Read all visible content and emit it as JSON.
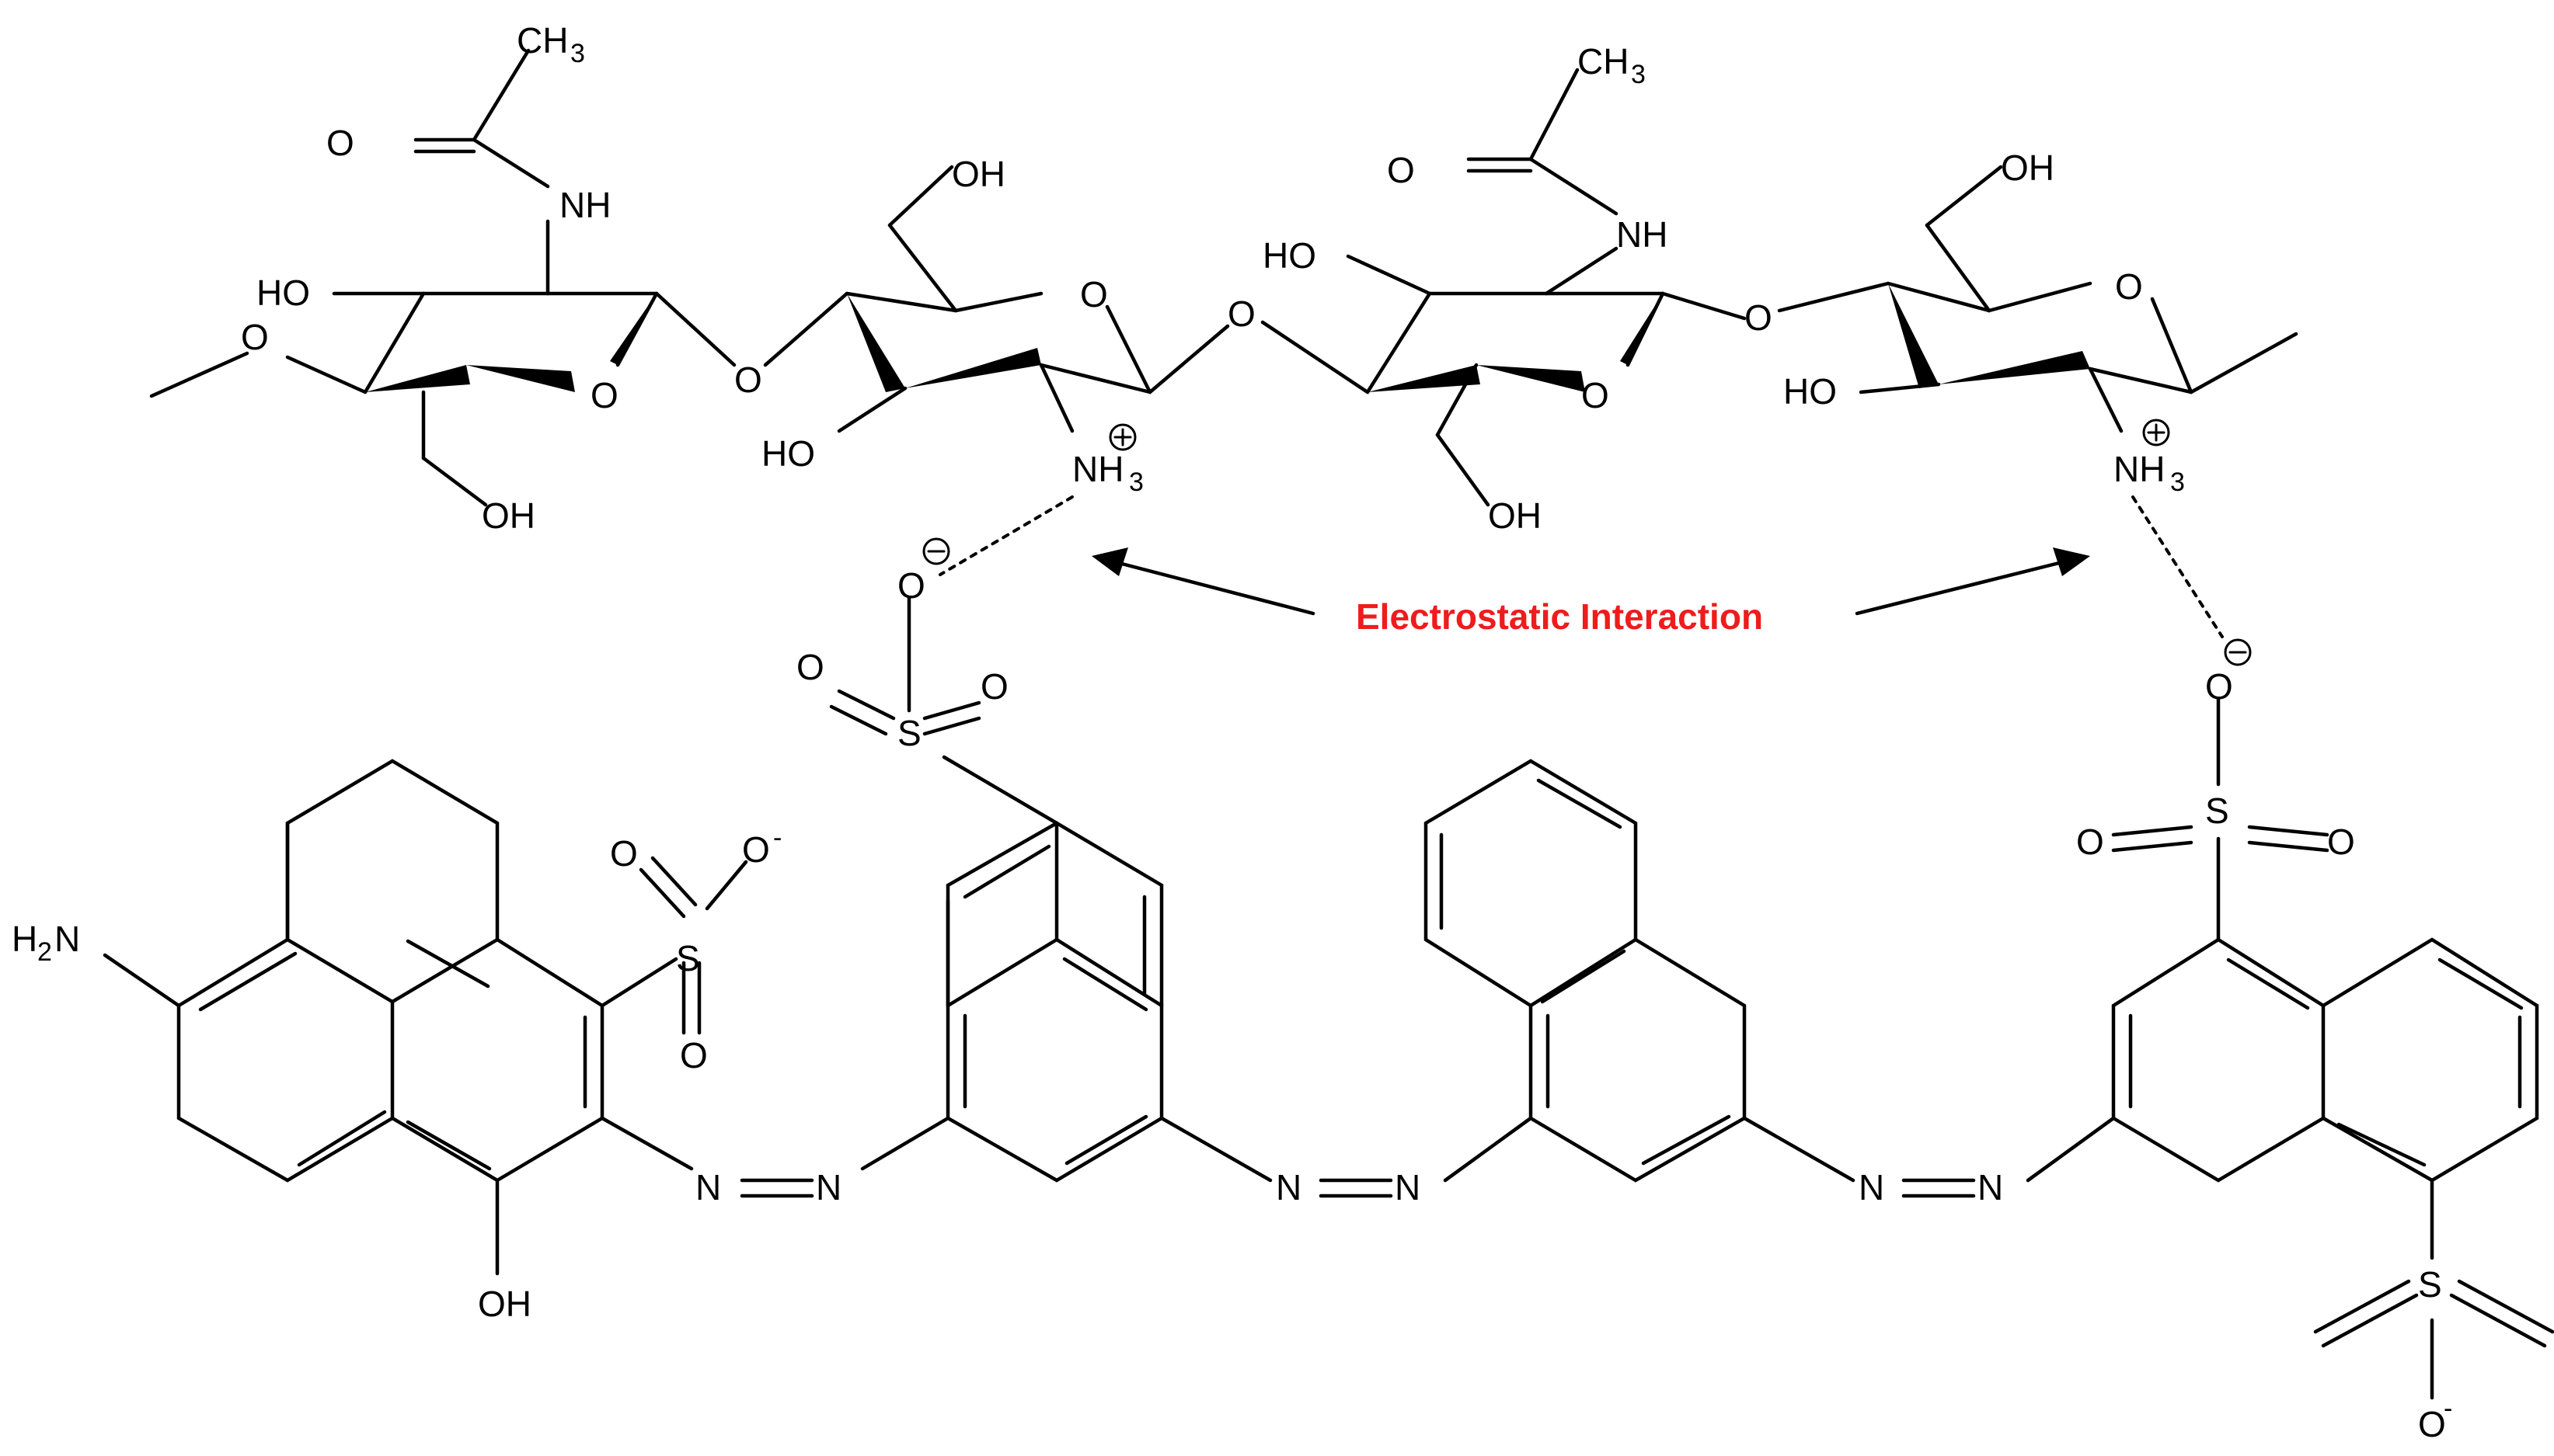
{
  "labels": {
    "ch3": "CH",
    "three": "3",
    "oxygen": "O",
    "nh": "NH",
    "ho": "HO",
    "oh": "OH",
    "nh3": "NH",
    "h2n": "H",
    "two": "2",
    "n_atom": "N",
    "sulfur": "S",
    "plus": "+",
    "minus": "-",
    "caption": "Electrostatic Interaction"
  },
  "colors": {
    "caption": "#ee1c1c",
    "bond": "#000000",
    "background": "#ffffff"
  }
}
